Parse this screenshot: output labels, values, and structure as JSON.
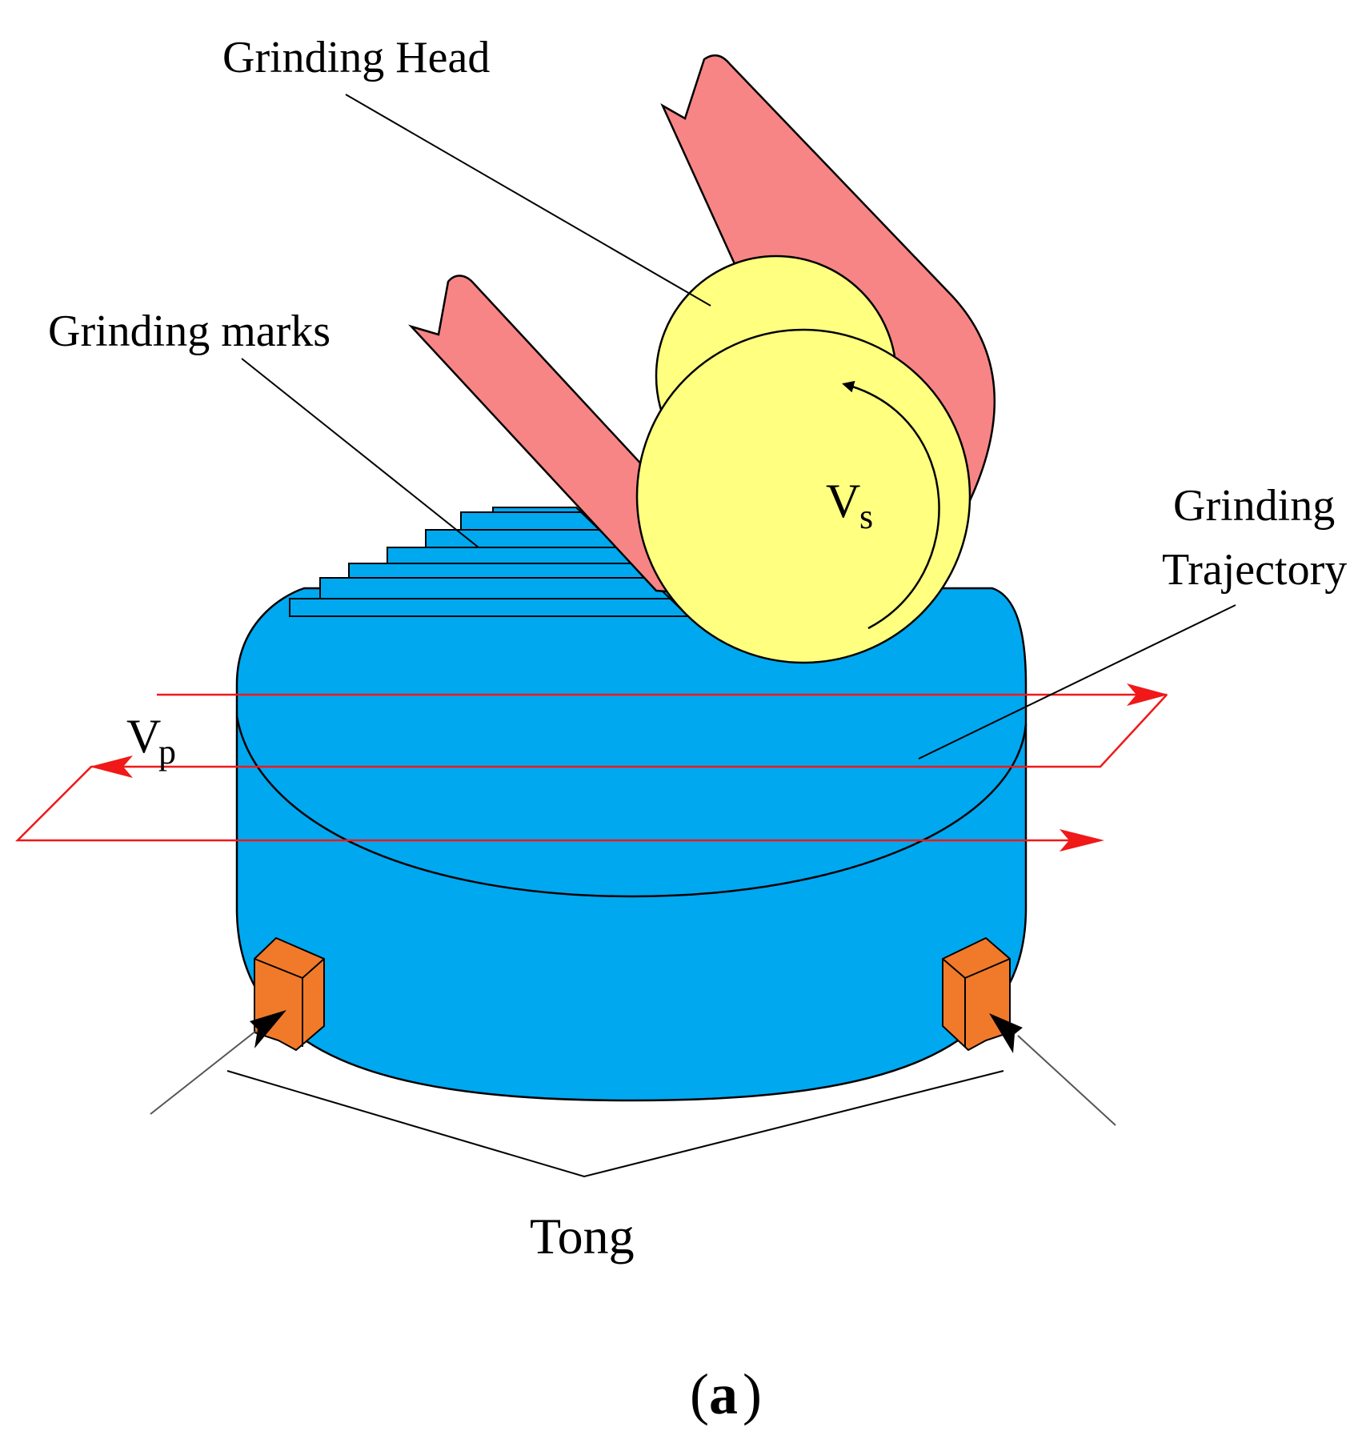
{
  "labels": {
    "grinding_head": "Grinding Head",
    "grinding_marks": "Grinding marks",
    "grinding_trajectory_line1": "Grinding",
    "grinding_trajectory_line2": "Trajectory",
    "tong": "Tong",
    "vs_main": "V",
    "vs_sub": "s",
    "vp_main": "V",
    "vp_sub": "p",
    "caption_open": "(",
    "caption_letter": "a",
    "caption_close": ")"
  },
  "colors": {
    "workpiece": "#00A8F0",
    "grinding_wheel": "#FFFF80",
    "spindle": "#F78586",
    "tong": "#F07A2A",
    "trajectory": "#F01818",
    "outline": "#000000"
  },
  "icons": {
    "rotation_arrow": "curved-arrow-icon",
    "trajectory_arrow": "arrow-right-icon",
    "tong_pointer": "arrow-icon"
  }
}
